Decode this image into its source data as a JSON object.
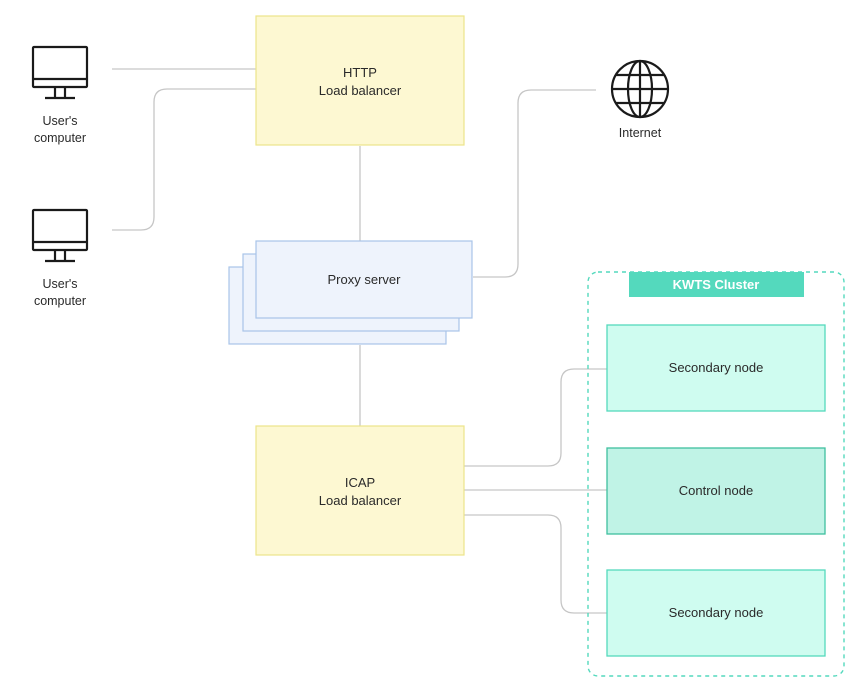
{
  "colors": {
    "lb_fill": "#fdf8d2",
    "lb_stroke": "#ece48a",
    "proxy_fill": "#eef3fc",
    "proxy_stroke": "#a9c4e8",
    "node_fill": "#cffcf0",
    "node_stroke": "#54d9bd",
    "control_fill": "#c0f3e6",
    "control_stroke": "#3fbf9f",
    "cluster_tag": "#54d9bd",
    "connector": "#c6c6c6",
    "icon_stroke": "#1a1a1a"
  },
  "http_lb": {
    "line1": "HTTP",
    "line2": "Load balancer"
  },
  "proxy": {
    "label": "Proxy server"
  },
  "icap_lb": {
    "line1": "ICAP",
    "line2": "Load balancer"
  },
  "internet": {
    "label": "Internet"
  },
  "computers": [
    {
      "line1": "User's",
      "line2": "computer"
    },
    {
      "line1": "User's",
      "line2": "computer"
    }
  ],
  "cluster": {
    "title": "KWTS Cluster",
    "nodes": [
      {
        "label": "Secondary node",
        "role": "secondary"
      },
      {
        "label": "Control node",
        "role": "control"
      },
      {
        "label": "Secondary node",
        "role": "secondary"
      }
    ]
  }
}
